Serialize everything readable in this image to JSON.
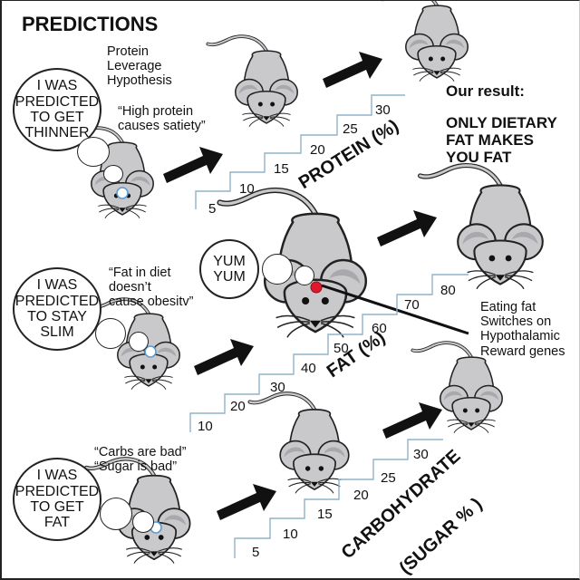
{
  "title": "PREDICTIONS",
  "colors": {
    "mouse_body": "#c9c9cc",
    "mouse_ear_inner": "#a9a9ad",
    "outline": "#222222",
    "stair_line": "#8fb3c9",
    "brain_marker_blue": "#5b9bd5",
    "reward_marker_red": "#e0182c",
    "arrow": "#111111"
  },
  "rows": [
    {
      "id": "protein",
      "thought_bubble": [
        "I WAS",
        "PREDICTED",
        "TO GET",
        "THINNER"
      ],
      "hypothesis_lines": [
        "Protein",
        "Leverage",
        "Hypothesis"
      ],
      "quote_lines": [
        "“High protein",
        "causes satiety”"
      ],
      "axis_label": "PROTEIN (%)",
      "steps": [
        "5",
        "10",
        "15",
        "20",
        "25",
        "30"
      ]
    },
    {
      "id": "fat",
      "thought_bubble": [
        "I WAS",
        "PREDICTED",
        "TO STAY",
        "SLIM"
      ],
      "quote_lines": [
        "“Fat in diet",
        "doesn’t",
        "cause obesitv”"
      ],
      "yum_bubble": [
        "YUM",
        "YUM"
      ],
      "axis_label": "FAT (%)",
      "steps": [
        "10",
        "20",
        "30",
        "40",
        "50",
        "60",
        "70",
        "80"
      ],
      "annotation_lines": [
        "Eating fat",
        "Switches on",
        "Hypothalamic",
        "Reward genes"
      ]
    },
    {
      "id": "carbohydrate",
      "thought_bubble": [
        "I WAS",
        "PREDICTED",
        "TO GET",
        "FAT"
      ],
      "quote_lines": [
        "“Carbs are bad”",
        "“Sugar is bad”"
      ],
      "axis_label_lines": [
        "CARBOHYDRATE",
        "(SUGAR % )"
      ],
      "steps": [
        "5",
        "10",
        "15",
        "20",
        "25",
        "30"
      ]
    }
  ],
  "result": {
    "heading": "Our result:",
    "lines": [
      "ONLY DIETARY",
      "FAT MAKES",
      "YOU FAT"
    ]
  }
}
